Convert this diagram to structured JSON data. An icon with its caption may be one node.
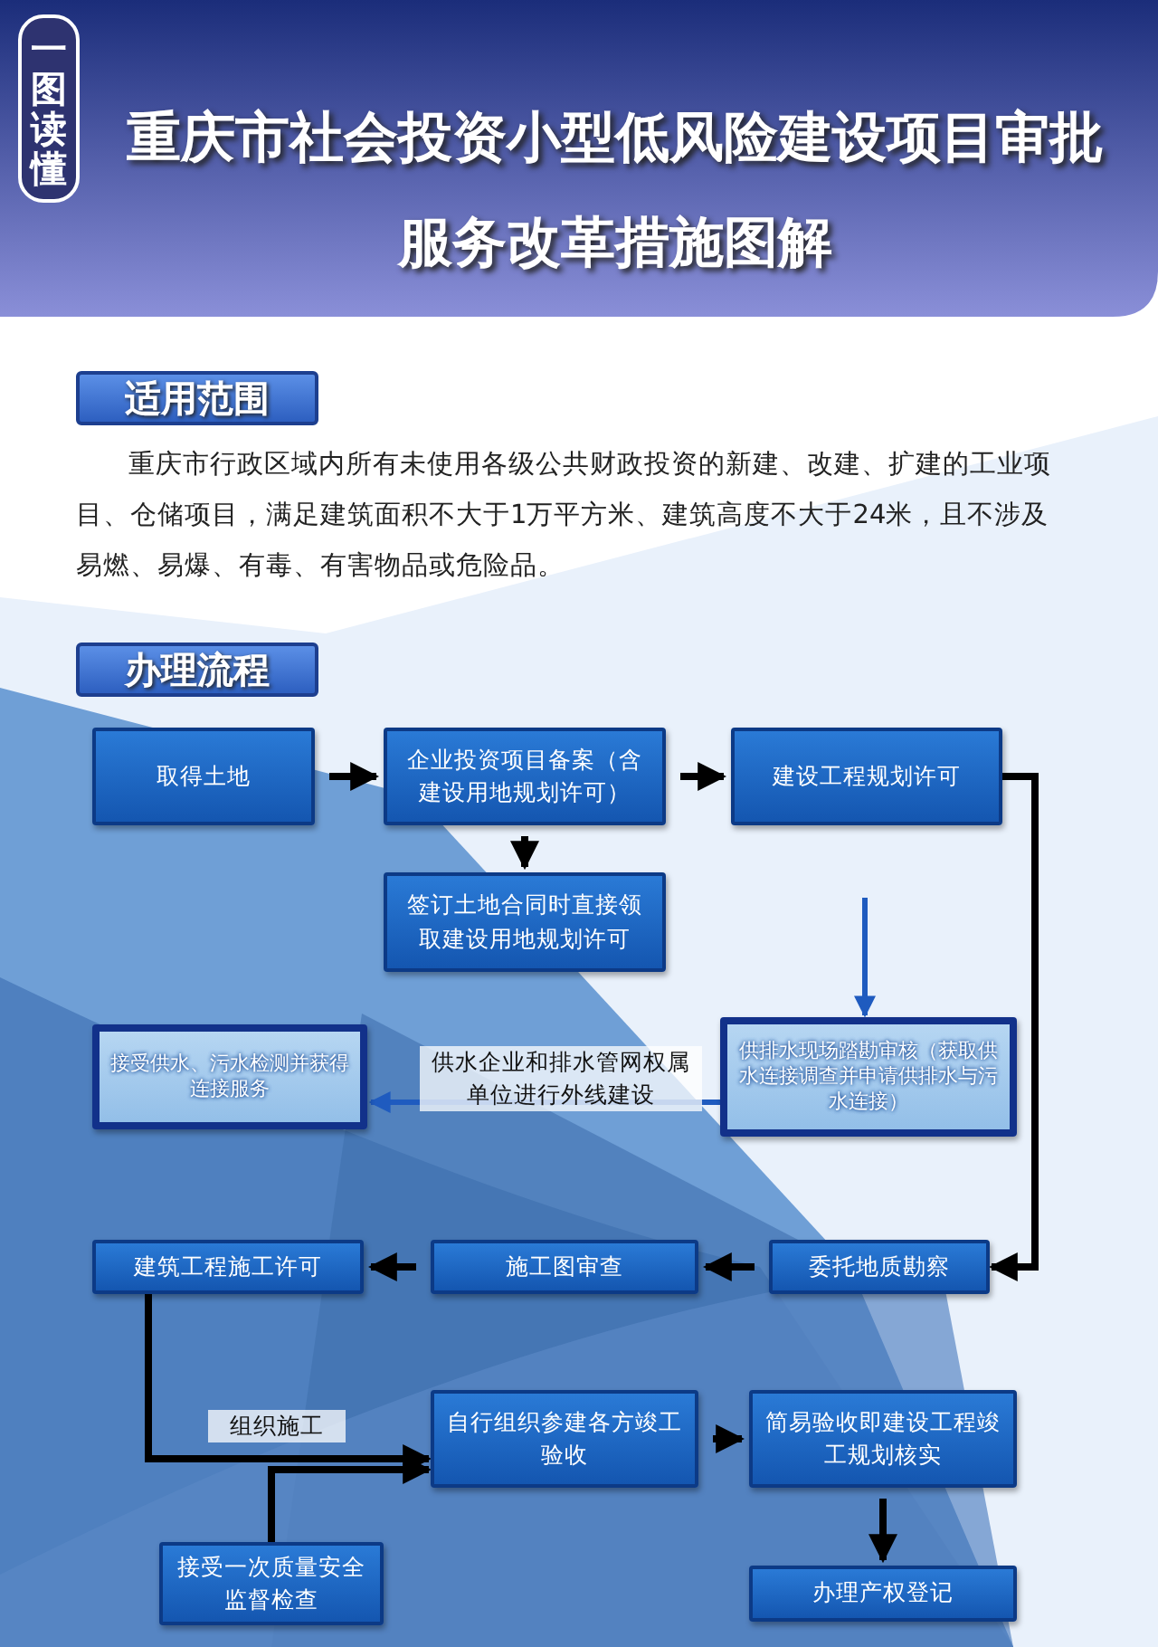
{
  "diagram": {
    "title": "重庆市社会投资小型低风险建设项目审批服务改革措施图解",
    "nodes": [
      {
        "text": [
          "取得土地"
        ]
      },
      {
        "text": [
          "企业投资项目备案（含建设用地规划许可）"
        ]
      },
      {
        "text": [
          "建设工程规划许可"
        ]
      },
      {
        "text": [
          "签订土地合同时直接领取建设用地规划许可"
        ]
      },
      {
        "text": [
          "供排水现场踏勘审核（获取供水连接调查并申请供排水与污水连接）"
        ]
      },
      {
        "text": [
          "接受供水、污水检测并获得连接服务"
        ]
      },
      {
        "text": [
          "建筑工程施工许可"
        ]
      },
      {
        "text": [
          "施工图审查"
        ]
      },
      {
        "text": [
          "委托地质勘察"
        ]
      },
      {
        "text": [
          "自行组织参建各方竣工验收"
        ]
      },
      {
        "text": [
          "简易验收即建设工程竣工规划核实"
        ]
      },
      {
        "text": [
          "接受一次质量安全监督检查"
        ]
      },
      {
        "text": [
          "办理产权登记"
        ]
      }
    ],
    "edges": [
      {
        "from": 0,
        "to": 1,
        "arrow": "to"
      },
      {
        "from": 1,
        "to": 2,
        "arrow": "to"
      },
      {
        "from": 1,
        "to": 3,
        "arrow": "to"
      },
      {
        "from": 2,
        "to": 4,
        "arrow": "to",
        "color": "#1f5bbf"
      },
      {
        "from": 4,
        "to": 5,
        "arrow": "to",
        "label": "供水企业和排水管网权属单位进行外线建设",
        "color": "#1f5bbf"
      },
      {
        "from": 2,
        "to": 8,
        "arrow": "to"
      },
      {
        "from": 8,
        "to": 7,
        "arrow": "to"
      },
      {
        "from": 7,
        "to": 6,
        "arrow": "to"
      },
      {
        "from": 6,
        "to": 9,
        "arrow": "to",
        "label": "组织施工"
      },
      {
        "from": 11,
        "to": 9,
        "arrow": "to"
      },
      {
        "from": 9,
        "to": 10,
        "arrow": "to"
      },
      {
        "from": 10,
        "to": 12,
        "arrow": "to"
      }
    ],
    "labels": [
      "一图读懂",
      "适用范围",
      "重庆市行政区域内所有未使用各级公共财政投资的新建、改建、扩建的工业项目、仓储项目，满足建筑面积不大于1万平方米、建筑高度不大于24米，且不涉及易燃、易爆、有毒、有害物品或危险品。",
      "办理流程"
    ]
  }
}
